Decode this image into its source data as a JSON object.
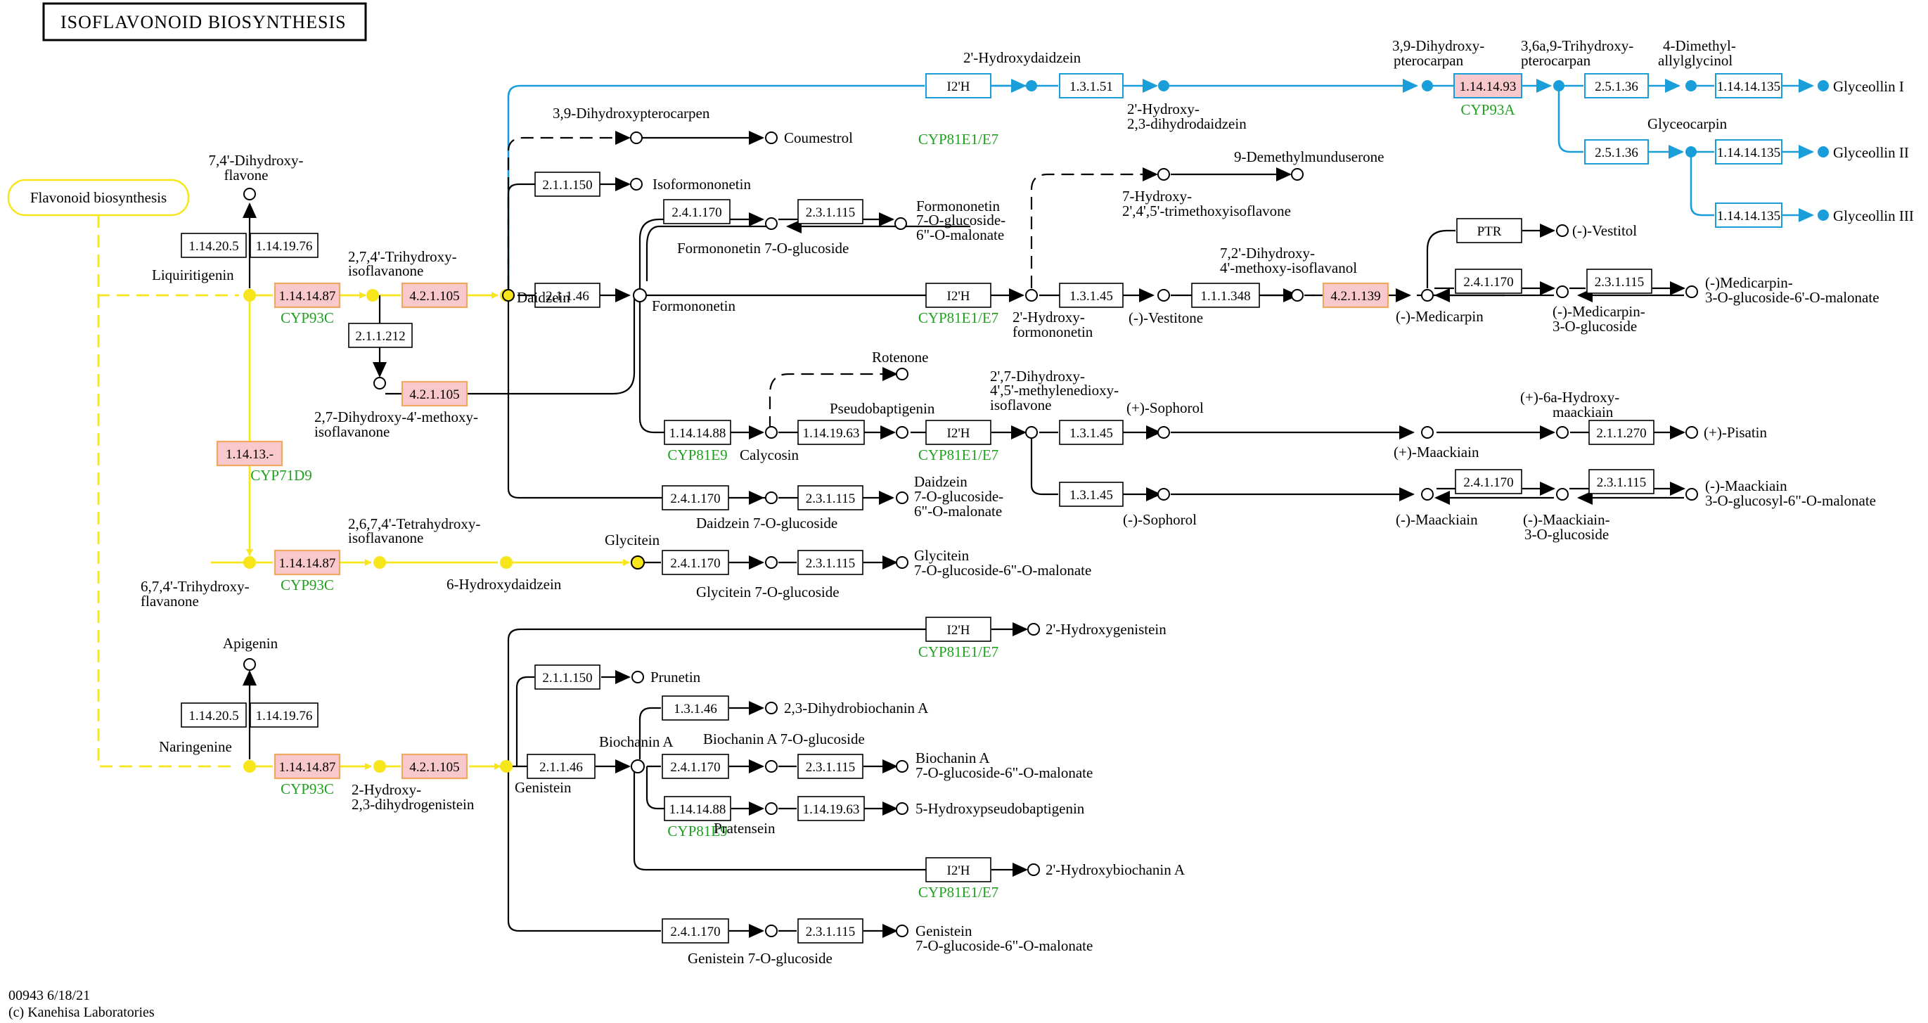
{
  "title": "ISOFLAVONOID BIOSYNTHESIS",
  "map_link": "Flavonoid biosynthesis",
  "footer": {
    "id_date": "00943 6/18/21",
    "copyright": "(c) Kanehisa Laboratories"
  },
  "compounds": {
    "dihydroxyflavone_1": "7,4'-Dihydroxy-",
    "dihydroxyflavone_2": "flavone",
    "liquiritigenin": "Liquiritigenin",
    "trihydroxyisoflavanone_1": "2,7,4'-Trihydroxy-",
    "trihydroxyisoflavanone_2": "isoflavanone",
    "daidzein": "Daidzein",
    "dihydroxymethoxy_1": "2,7-Dihydroxy-4'-methoxy-",
    "dihydroxymethoxy_2": "isoflavanone",
    "trihydroxyflavanone_1": "6,7,4'-Trihydroxy-",
    "trihydroxyflavanone_2": "flavanone",
    "tetrahydroxy_1": "2,6,7,4'-Tetrahydroxy-",
    "tetrahydroxy_2": "isoflavanone",
    "hydroxydaidzein6": "6-Hydroxydaidzein",
    "glycitein": "Glycitein",
    "glycitein_glucoside": "Glycitein 7-O-glucoside",
    "glycitein_malonate_1": "Glycitein",
    "glycitein_malonate_2": "7-O-glucoside-6\"-O-malonate",
    "apigenin": "Apigenin",
    "naringenine": "Naringenine",
    "dihydrogenistein_1": "2-Hydroxy-",
    "dihydrogenistein_2": "2,3-dihydrogenistein",
    "genistein": "Genistein",
    "hydroxydaidzein2": "2'-Hydroxydaidzein",
    "dihydrodaidzein_1": "2'-Hydroxy-",
    "dihydrodaidzein_2": "2,3-dihydrodaidzein",
    "dihydroxypterocarpen": "3,9-Dihydroxypterocarpen",
    "coumestrol": "Coumestrol",
    "isoformononetin": "Isoformononetin",
    "formononetin": "Formononetin",
    "formononetin_glucoside": "Formononetin 7-O-glucoside",
    "formononetin_malonate_1": "Formononetin",
    "formononetin_malonate_2": "7-O-glucoside-",
    "formononetin_malonate_3": "6\"-O-malonate",
    "demethylmunduserone": "9-Demethylmunduserone",
    "trimethoxyisoflavone_1": "7-Hydroxy-",
    "trimethoxyisoflavone_2": "2',4',5'-trimethoxyisoflavone",
    "hydroxyformononetin_1": "2'-Hydroxy-",
    "hydroxyformononetin_2": "formononetin",
    "vestitone": "(-)-Vestitone",
    "methoxyisoflavanol_1": "7,2'-Dihydroxy-",
    "methoxyisoflavanol_2": "4'-methoxy-isoflavanol",
    "medicarpin": "(-)-Medicarpin",
    "vestitol": "(-)-Vestitol",
    "medicarpin_glucoside_1": "(-)-Medicarpin-",
    "medicarpin_glucoside_2": "3-O-glucoside",
    "medicarpin_malonate_1": "(-)Medicarpin-",
    "medicarpin_malonate_2": "3-O-glucoside-6'-O-malonate",
    "dihydroxypterocarpan_1": "3,9-Dihydroxy-",
    "dihydroxypterocarpan_2": "pterocarpan",
    "trihydroxypterocarpan_1": "3,6a,9-Trihydroxy-",
    "trihydroxypterocarpan_2": "pterocarpan",
    "dimethylallylglycinol_1": "4-Dimethyl-",
    "dimethylallylglycinol_2": "allylglycinol",
    "glyceollin1": "Glyceollin I",
    "glyceocarpin": "Glyceocarpin",
    "glyceollin2": "Glyceollin II",
    "glyceollin3": "Glyceollin III",
    "rotenone": "Rotenone",
    "pseudobaptigenin": "Pseudobaptigenin",
    "calycosin": "Calycosin",
    "methylenedioxy_1": "2',7-Dihydroxy-",
    "methylenedioxy_2": "4',5'-methylenedioxy-",
    "methylenedioxy_3": "isoflavone",
    "plus_sophorol": "(+)-Sophorol",
    "plus_maackiain": "(+)-Maackiain",
    "hydroxymaackiain_1": "(+)-6a-Hydroxy-",
    "hydroxymaackiain_2": "maackiain",
    "pisatin": "(+)-Pisatin",
    "daidzein_glucoside": "Daidzein 7-O-glucoside",
    "daidzein_malonate_1": "Daidzein",
    "daidzein_malonate_2": "7-O-glucoside-",
    "daidzein_malonate_3": "6\"-O-malonate",
    "minus_sophorol": "(-)-Sophorol",
    "minus_maackiain": "(-)-Maackiain",
    "maackiain_glucoside_1": "(-)-Maackiain-",
    "maackiain_glucoside_2": "3-O-glucoside",
    "maackiain_malonate_1": "(-)-Maackiain",
    "maackiain_malonate_2": "3-O-glucosyl-6\"-O-malonate",
    "hydroxygenistein": "2'-Hydroxygenistein",
    "prunetin": "Prunetin",
    "dihydrobiochanin": "2,3-Dihydrobiochanin A",
    "biochanin_a": "Biochanin A",
    "biochanin_glucoside": "Biochanin A 7-O-glucoside",
    "biochanin_malonate_1": "Biochanin A",
    "biochanin_malonate_2": "7-O-glucoside-6\"-O-malonate",
    "hydroxypseudobaptigenin": "5-Hydroxypseudobaptigenin",
    "pratensein": "Pratensein",
    "hydroxybiochanin": "2'-Hydroxybiochanin A",
    "genistein_glucoside": "Genistein 7-O-glucoside",
    "genistein_malonate_1": "Genistein",
    "genistein_malonate_2": "7-O-glucoside-6\"-O-malonate"
  },
  "enzymes": {
    "ec_1_14_20_5_a": "1.14.20.5",
    "ec_1_14_19_76_a": "1.14.19.76",
    "ec_1_14_14_87_a": "1.14.14.87",
    "ec_4_2_1_105_a": "4.2.1.105",
    "ec_2_1_1_212": "2.1.1.212",
    "ec_4_2_1_105_b": "4.2.1.105",
    "ec_1_14_13_": "1.14.13.-",
    "ec_1_14_14_87_b": "1.14.14.87",
    "ec_2_4_1_170_glyc": "2.4.1.170",
    "ec_2_3_1_115_glyc": "2.3.1.115",
    "ec_1_14_20_5_b": "1.14.20.5",
    "ec_1_14_19_76_b": "1.14.19.76",
    "ec_1_14_14_87_c": "1.14.14.87",
    "ec_4_2_1_105_c": "4.2.1.105",
    "ec_2_1_1_150_a": "2.1.1.150",
    "ec_2_4_1_170_form": "2.4.1.170",
    "ec_2_3_1_115_form": "2.3.1.115",
    "ec_2_1_1_46_a": "2.1.1.46",
    "i2h_top": "I2'H",
    "ec_1_3_1_51": "1.3.1.51",
    "ec_1_14_14_93": "1.14.14.93",
    "ec_2_5_1_36_a": "2.5.1.36",
    "ec_1_14_14_135_a": "1.14.14.135",
    "ec_2_5_1_36_b": "2.5.1.36",
    "ec_1_14_14_135_b": "1.14.14.135",
    "ec_1_14_14_135_c": "1.14.14.135",
    "i2h_form": "I2'H",
    "ec_1_3_1_45_a": "1.3.1.45",
    "ec_1_1_1_348": "1.1.1.348",
    "ec_4_2_1_139": "4.2.1.139",
    "ptr": "PTR",
    "ec_2_4_1_170_med": "2.4.1.170",
    "ec_2_3_1_115_med": "2.3.1.115",
    "ec_1_14_14_88_a": "1.14.14.88",
    "ec_1_14_19_63_a": "1.14.19.63",
    "i2h_pseudo": "I2'H",
    "ec_1_3_1_45_b": "1.3.1.45",
    "ec_2_1_1_270": "2.1.1.270",
    "ec_2_4_1_170_daid": "2.4.1.170",
    "ec_2_3_1_115_daid": "2.3.1.115",
    "ec_1_3_1_45_c": "1.3.1.45",
    "ec_2_4_1_170_maack": "2.4.1.170",
    "ec_2_3_1_115_maack": "2.3.1.115",
    "i2h_gen": "I2'H",
    "ec_2_1_1_150_b": "2.1.1.150",
    "ec_2_1_1_46_b": "2.1.1.46",
    "ec_1_3_1_46": "1.3.1.46",
    "ec_2_4_1_170_bio": "2.4.1.170",
    "ec_2_3_1_115_bio": "2.3.1.115",
    "ec_1_14_14_88_b": "1.14.14.88",
    "ec_1_14_19_63_b": "1.14.19.63",
    "i2h_bio": "I2'H",
    "ec_2_4_1_170_gen": "2.4.1.170",
    "ec_2_3_1_115_gen": "2.3.1.115"
  },
  "genes": {
    "cyp93c_a": "CYP93C",
    "cyp71d9": "CYP71D9",
    "cyp93c_b": "CYP93C",
    "cyp93c_c": "CYP93C",
    "cyp81e1e7_top": "CYP81E1/E7",
    "cyp93a": "CYP93A",
    "cyp81e1e7_form": "CYP81E1/E7",
    "cyp81e9_a": "CYP81E9",
    "cyp81e1e7_pseudo": "CYP81E1/E7",
    "cyp81e1e7_gen": "CYP81E1/E7",
    "cyp81e9_b": "CYP81E9",
    "cyp81e1e7_bio": "CYP81E1/E7"
  },
  "colors": {
    "yellow_path": "#f7e61c",
    "blue_path": "#1a9ed9",
    "gene_green": "#1fa11f",
    "ec_highlight": "#f8c8cc"
  }
}
